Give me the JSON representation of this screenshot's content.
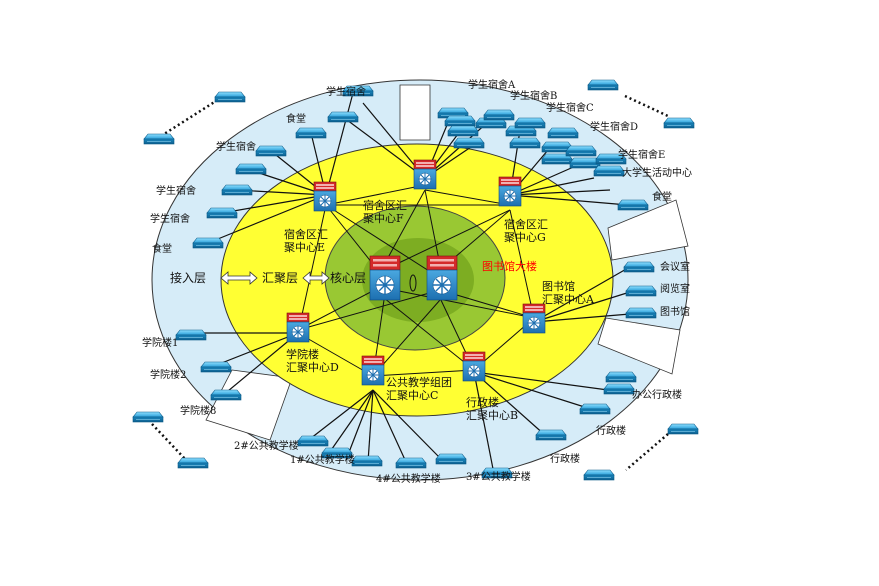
{
  "layers": {
    "access": "接入层",
    "aggregation": "汇聚层",
    "core": "核心层"
  },
  "core_building": "图书馆大楼",
  "aggregation_nodes": {
    "E": [
      "宿舍区汇",
      "聚中心E"
    ],
    "F": [
      "宿舍区汇",
      "聚中心F"
    ],
    "G": [
      "宿舍区汇",
      "聚中心G"
    ],
    "A": [
      "图书馆",
      "汇聚中心A"
    ],
    "B": [
      "行政楼",
      "汇聚中心B"
    ],
    "C": [
      "公共教学组团",
      "汇聚中心C"
    ],
    "D": [
      "学院楼",
      "汇聚中心D"
    ]
  },
  "access_labels": {
    "dorm_1": "学生宿舍",
    "canteen_1": "食堂",
    "dorm_2": "学生宿舍",
    "dorm_3": "学生宿舍",
    "dorm_4": "学生宿舍",
    "canteen_2": "食堂",
    "dorm_a": "学生宿舍A",
    "dorm_b": "学生宿舍B",
    "dorm_c": "学生宿舍C",
    "dorm_d": "学生宿舍D",
    "dorm_e": "学生宿舍E",
    "activity": "大学生活动中心",
    "canteen_3": "食堂",
    "meeting": "会议室",
    "reading": "阅览室",
    "library": "图书馆",
    "office": "办公行政楼",
    "admin_1": "行政楼",
    "admin_2": "行政楼",
    "college_1": "学院楼1",
    "college_2": "学院楼2",
    "college_8": "学院楼8",
    "teach_2": "2#公共教学楼",
    "teach_1": "1#公共教学楼",
    "teach_4": "4#公共教学楼",
    "teach_3": "3#公共教学楼"
  },
  "colors": {
    "outer_ring": "#d6ecf8",
    "aggregation_ring": "#ffff33",
    "core_ring": "#99c833",
    "core_inner": "#7dad22",
    "router_red": "#d42a2a",
    "switch_cyan": "#2ea8e0",
    "title_red": "#ff0000"
  }
}
